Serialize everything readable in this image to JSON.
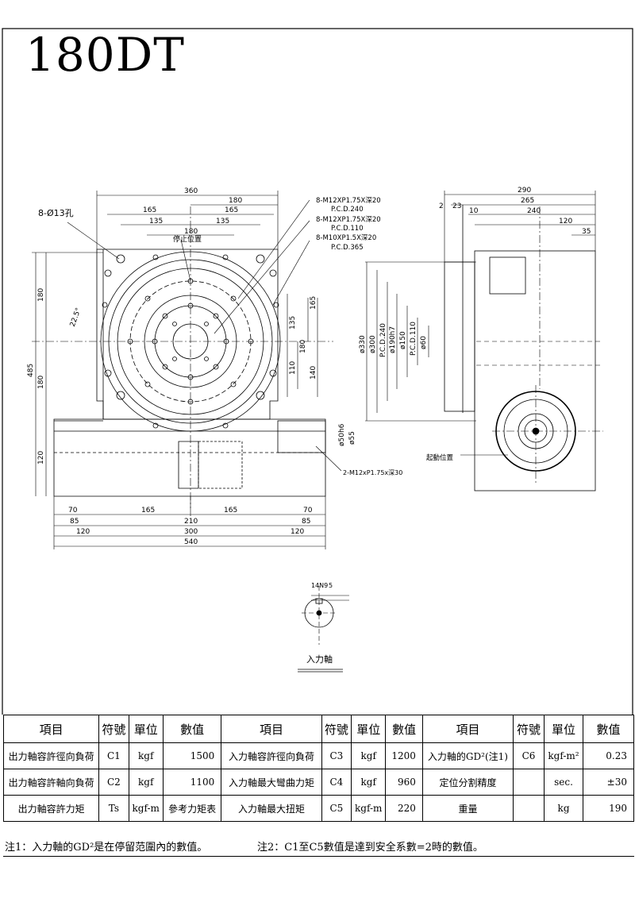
{
  "title": "180DT",
  "front_view": {
    "dims_top": [
      "360",
      "180",
      "165",
      "165",
      "135",
      "135",
      "180"
    ],
    "hole_label": "8-Ø13孔",
    "stop_label": "停止位置",
    "angle_label": "22.5°",
    "callouts": [
      "8-M12XP1.75X深20",
      "P.C.D.240",
      "8-M12XP1.75X深20",
      "P.C.D.110",
      "8-M10XP1.5X深20",
      "P.C.D.365"
    ],
    "dims_left": [
      "180",
      "485",
      "180",
      "120"
    ],
    "dims_right": [
      "135",
      "165",
      "180",
      "110",
      "140"
    ],
    "shaft_dims": [
      "ø50h6",
      "ø55"
    ],
    "shaft_callout": "2-M12xP1.75x深30",
    "dims_bottom": [
      "70",
      "165",
      "165",
      "70",
      "85",
      "210",
      "85",
      "120",
      "300",
      "120",
      "540"
    ]
  },
  "side_view": {
    "dims_top": [
      "290",
      "2",
      "23",
      "265",
      "10",
      "240",
      "120",
      "35"
    ],
    "dims_dia": [
      "ø330",
      "ø300",
      "P.C.D.240",
      "ø190h7",
      "ø150",
      "P.C.D.110",
      "ø60"
    ],
    "start_label": "起動位置"
  },
  "input_shaft": {
    "dims": [
      "14N9",
      "5"
    ],
    "label": "入力軸"
  },
  "table": {
    "headers": [
      "項目",
      "符號",
      "單位",
      "數值",
      "項目",
      "符號",
      "單位",
      "數值",
      "項目",
      "符號",
      "單位",
      "數值"
    ],
    "rows": [
      [
        "出力軸容許徑向負荷",
        "C1",
        "kgf",
        "1500",
        "入力軸容許徑向負荷",
        "C3",
        "kgf",
        "1200",
        "入力軸的GD²(注1)",
        "C6",
        "kgf-m²",
        "0.23"
      ],
      [
        "出力軸容許軸向負荷",
        "C2",
        "kgf",
        "1100",
        "入力軸最大彎曲力矩",
        "C4",
        "kgf",
        "960",
        "定位分割精度",
        "",
        "sec.",
        "±30"
      ],
      [
        "出力軸容許力矩",
        "Ts",
        "kgf-m",
        "參考力矩表",
        "入力軸最大扭矩",
        "C5",
        "kgf-m",
        "220",
        "重量",
        "",
        "kg",
        "190"
      ]
    ]
  },
  "notes": {
    "note1": "注1：入力軸的GD²是在停留范圍內的數值。",
    "note2": "注2：C1至C5數值是達到安全系數=2時的數值。"
  }
}
